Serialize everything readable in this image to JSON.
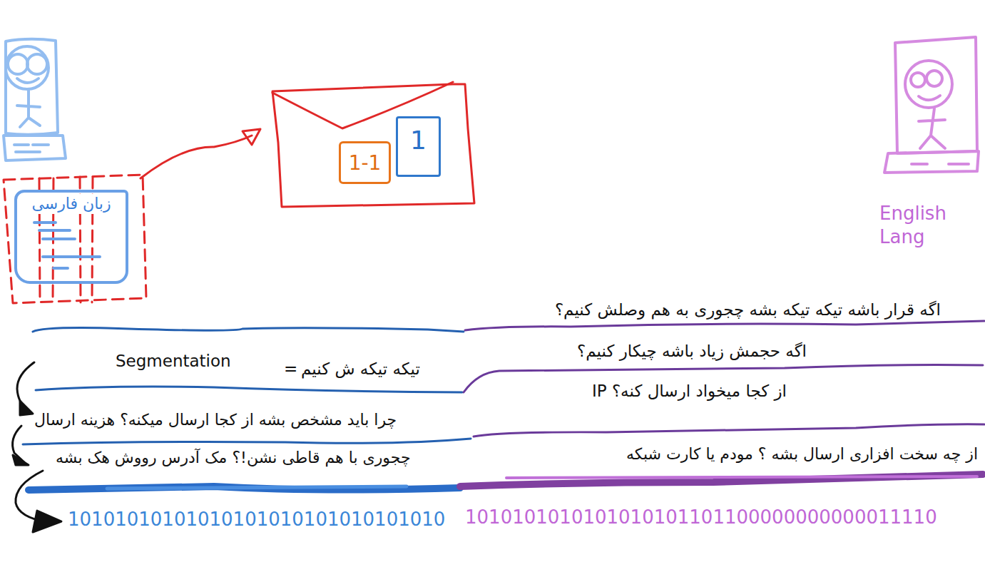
{
  "diagram": {
    "nodes": [
      {
        "text": [
          "زبان فارسی"
        ]
      },
      {
        "text": [
          "1-1"
        ]
      },
      {
        "text": [
          "1"
        ]
      }
    ],
    "labels": [
      "اگه قرار باشه تیکه تیکه بشه چجوری به هم وصلش کنیم؟",
      "اگه حجمش زیاد باشه چیکار کنیم؟",
      "Segmentation",
      "=",
      "تیکه تیکه ش کنیم",
      "از کجا میخواد ارسال کنه؟ IP",
      "چرا باید مشخص بشه از کجا ارسال میکنه؟ هزینه ارسال",
      "از چه سخت افزاری ارسال بشه ؟ مودم یا کارت شبکه",
      "چجوری با هم قاطی نشن!؟ مک آدرس رووش هک بشه",
      "English Lang",
      "10101010101010101010101010101010",
      "1010101010101010101101100000000000011110"
    ]
  }
}
